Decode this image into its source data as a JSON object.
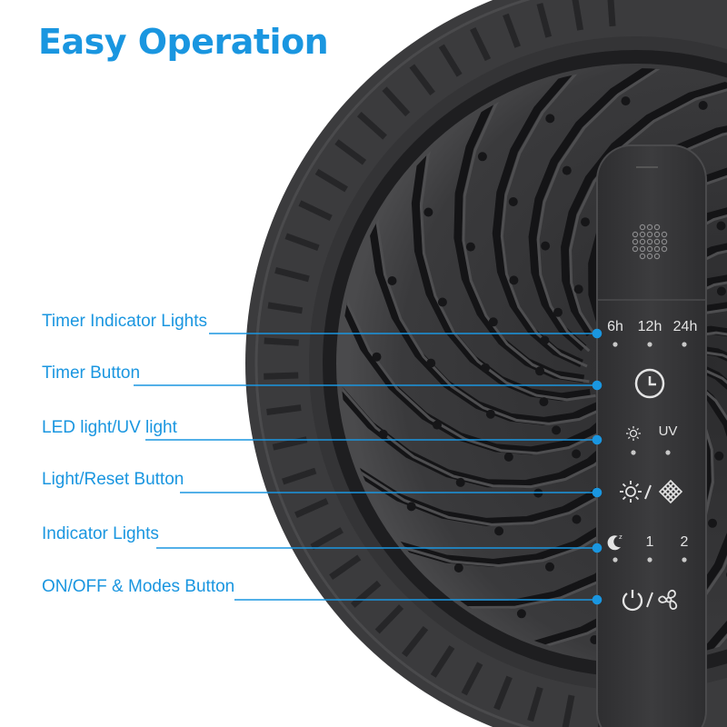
{
  "title": "Easy Operation",
  "colors": {
    "accent": "#1a96e0",
    "device_body": "#3a3a3c",
    "device_dark": "#1c1c1e",
    "panel": "#353537",
    "indicator_dot": "#c8c8c8"
  },
  "callouts": [
    {
      "label": "Timer Indicator Lights"
    },
    {
      "label": "Timer Button"
    },
    {
      "label": "LED light/UV light"
    },
    {
      "label": "Light/Reset Button"
    },
    {
      "label": "Indicator Lights"
    },
    {
      "label": "ON/OFF & Modes Button"
    }
  ],
  "panel": {
    "timer_options": [
      "6h",
      "12h",
      "24h"
    ],
    "light_labels": {
      "uv": "UV"
    },
    "mode_labels": [
      "1",
      "2"
    ],
    "icons": [
      "speaker-grille-icon",
      "clock-icon",
      "sun-icon",
      "sun-icon",
      "filter-reset-icon",
      "sleep-moon-icon",
      "power-icon",
      "fan-icon"
    ]
  }
}
